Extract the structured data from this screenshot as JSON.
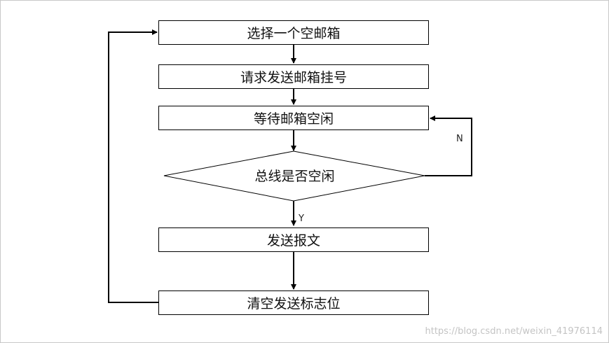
{
  "flowchart": {
    "steps": [
      "选择一个空邮箱",
      "请求发送邮箱挂号",
      "等待邮箱空闲",
      "发送报文",
      "清空发送标志位"
    ],
    "decision": "总线是否空闲",
    "yes_label": "Y",
    "no_label": "N"
  },
  "watermark": "https://blog.csdn.net/weixin_41976114",
  "colors": {
    "line": "#000000",
    "background": "#ffffff",
    "watermark": "#c4c4c4"
  }
}
